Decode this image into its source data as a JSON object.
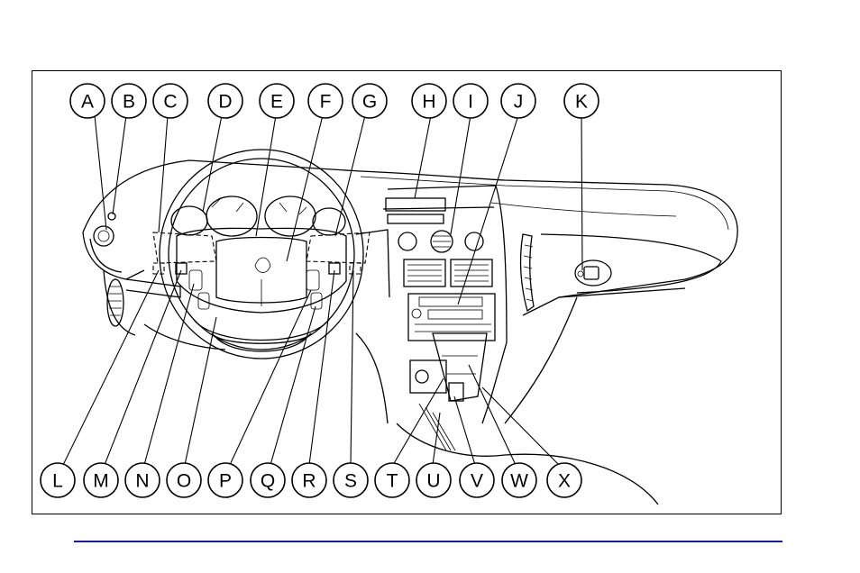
{
  "diagram": {
    "callouts_top": [
      "A",
      "B",
      "C",
      "D",
      "E",
      "F",
      "G",
      "H",
      "I",
      "J",
      "K"
    ],
    "callouts_bottom": [
      "L",
      "M",
      "N",
      "O",
      "P",
      "Q",
      "R",
      "S",
      "T",
      "U",
      "V",
      "W",
      "X"
    ]
  },
  "colors": {
    "rule": "#1515b8",
    "ink": "#000000"
  }
}
